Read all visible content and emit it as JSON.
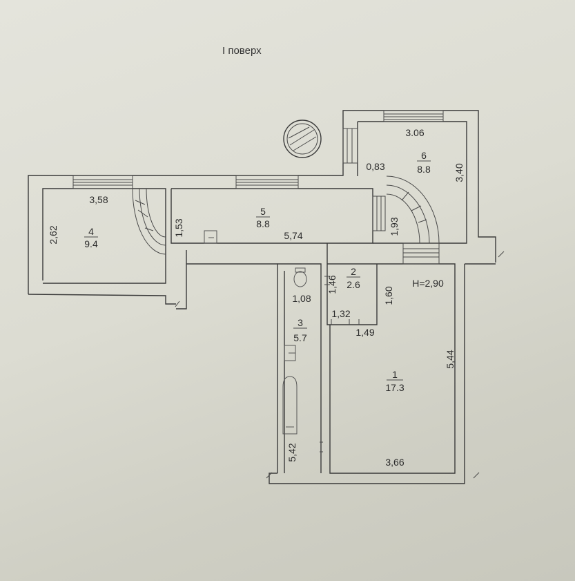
{
  "title": "I поверх",
  "rooms": [
    {
      "id": "1",
      "number": "1",
      "area": "17.3"
    },
    {
      "id": "2",
      "number": "2",
      "area": "2.6"
    },
    {
      "id": "3",
      "number": "3",
      "area": "5.7"
    },
    {
      "id": "4",
      "number": "4",
      "area": "9.4"
    },
    {
      "id": "5",
      "number": "5",
      "area": "8.8"
    },
    {
      "id": "6",
      "number": "6",
      "area": "8.8"
    }
  ],
  "dimensions": {
    "r4_width": "3,58",
    "r4_depth": "2,62",
    "r5_depth": "1,53",
    "r5_length": "5,74",
    "r6_width": "3.06",
    "r6_left": "0,83",
    "r6_right": "3,40",
    "r6_stair": "1,93",
    "r2_depth": "1,46",
    "r2_width_a": "1,32",
    "r2_width_b": "1,49",
    "r3_width": "1,08",
    "r3_length": "5,42",
    "r1_gap": "1,60",
    "ceiling_height": "H=2,90",
    "r1_length": "5,44",
    "r1_width": "3,66"
  }
}
